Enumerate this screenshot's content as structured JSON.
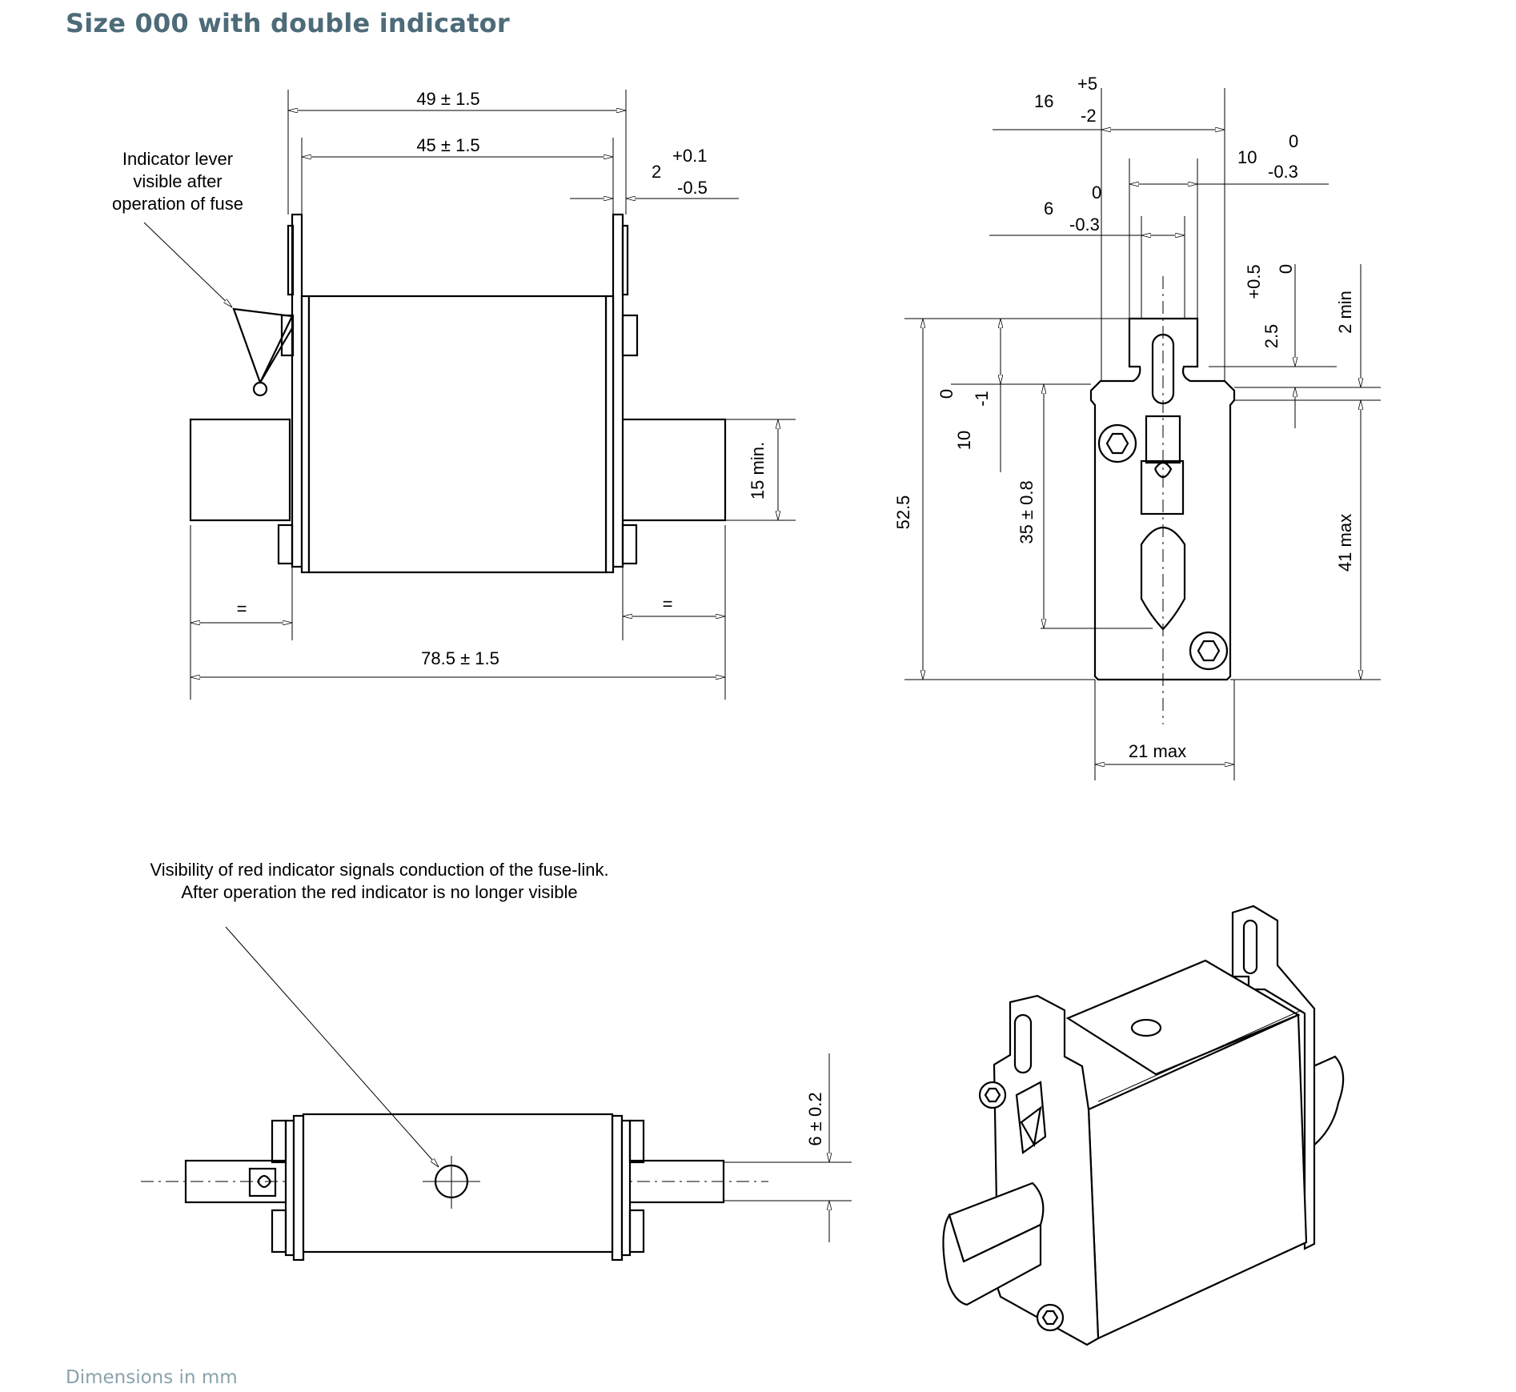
{
  "title": "Size 000 with double indicator",
  "footer": "Dimensions in mm",
  "side_view": {
    "dim_top_outer": "49 ± 1.5",
    "dim_top_inner": "45 ± 1.5",
    "tol_base": "2",
    "tol_plus": "+0.1",
    "tol_minus": "-0.5",
    "note_line1": "Indicator lever",
    "note_line2": "visible after",
    "note_line3": "operation of fuse",
    "dim_blade_height": "15 min.",
    "equal_left": "=",
    "equal_right": "=",
    "dim_overall": "78.5 ± 1.5"
  },
  "end_view": {
    "t16_base": "16",
    "t16_plus": "+5",
    "t16_minus": "-2",
    "t10_base": "10",
    "t10_plus": "0",
    "t10_minus": "-0.3",
    "t6_base": "6",
    "t6_plus": "0",
    "t6_minus": "-0.3",
    "t25_base": "2.5",
    "t25_plus": "+0.5",
    "t25_minus": "0",
    "dim_2min": "2 min",
    "dim_525": "52.5",
    "t10v_base": "10",
    "t10v_plus": "0",
    "t10v_minus": "-1",
    "dim_35": "35 ± 0.8",
    "dim_41": "41 max",
    "dim_21": "21 max"
  },
  "top_view": {
    "note_line1": "Visibility of red indicator signals conduction of the fuse-link.",
    "note_line2": "After operation the red indicator is no longer visible",
    "dim_6": "6 ± 0.2"
  }
}
